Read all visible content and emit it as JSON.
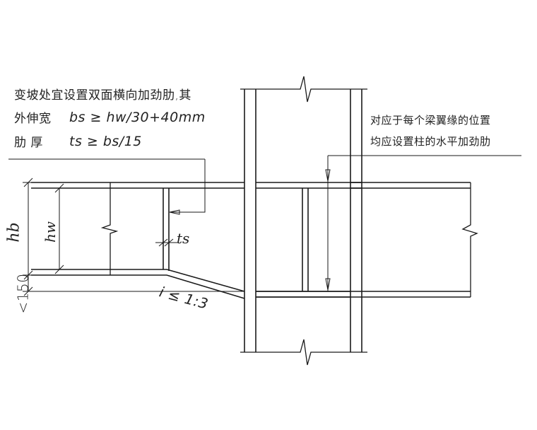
{
  "left_note": {
    "line1": "变坡处宜设置双面横向加劲肋,其",
    "line2_label": "外伸宽",
    "line2_formula": "bs ≥ hw/30+40mm",
    "line3_label": "肋  厚",
    "line3_formula": "ts ≥ bs/15"
  },
  "right_note": {
    "line1": "对应于每个梁翼缘的位置",
    "line2": "均应设置柱的水平加劲肋"
  },
  "dims": {
    "hb": "hb",
    "hw": "hw",
    "ts": "ts",
    "h150": "<150",
    "slope": "i ≤ 1:3"
  }
}
